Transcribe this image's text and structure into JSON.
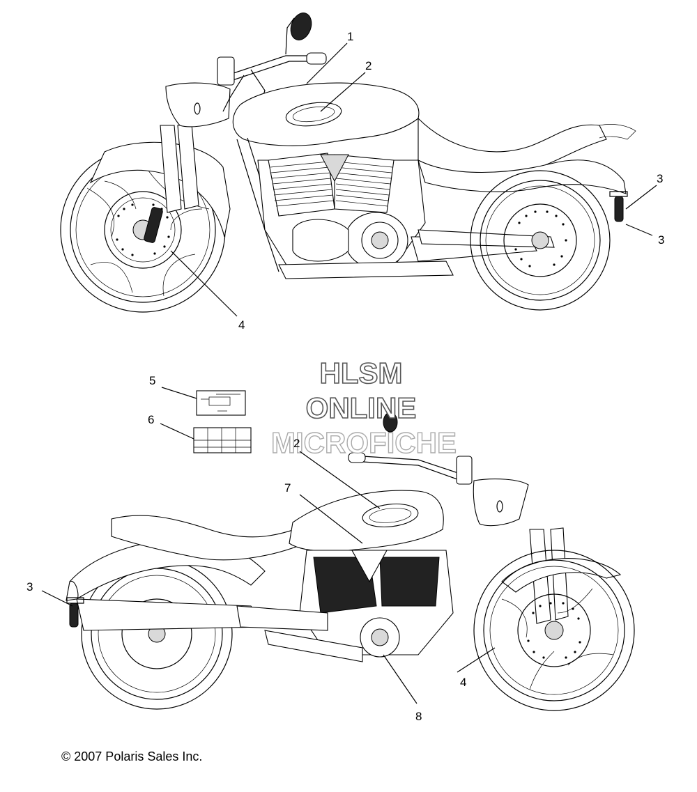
{
  "callouts": {
    "c1": "1",
    "c2_top": "2",
    "c3_top_a": "3",
    "c3_top_b": "3",
    "c4_top": "4",
    "c5": "5",
    "c6": "6",
    "c2_bottom": "2",
    "c7": "7",
    "c3_bottom": "3",
    "c4_bottom": "4",
    "c8": "8"
  },
  "watermark": {
    "line1": "HLSM",
    "line2": "ONLINE",
    "line3": "MICROFICHE"
  },
  "copyright": "© 2007 Polaris Sales Inc."
}
